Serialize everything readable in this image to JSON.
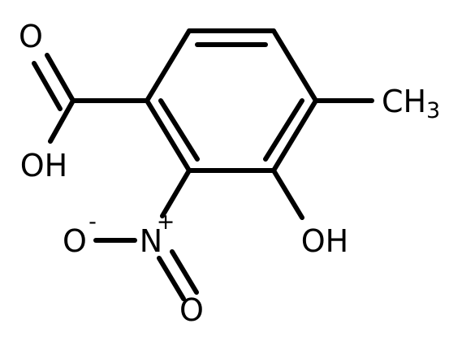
{
  "molecule": {
    "bond_color": "#000000",
    "atoms": {
      "carbonyl_o": "O",
      "hydroxyl_oh_acid": "OH",
      "methyl_ch": "CH",
      "methyl_sub": "3",
      "phenol_oh": "OH",
      "nitro_n": "N",
      "nitro_n_charge": "+",
      "nitro_o_minus": "O",
      "nitro_o_minus_charge": "-",
      "nitro_o_double": "O"
    }
  }
}
